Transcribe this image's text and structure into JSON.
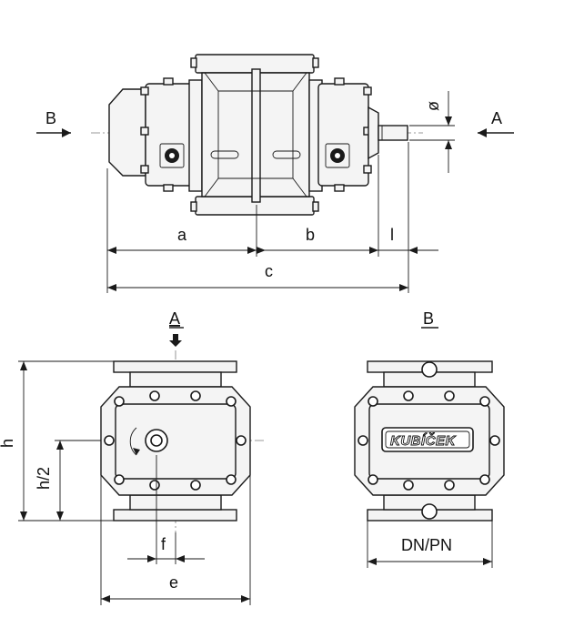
{
  "views": {
    "top": {
      "label_left": "B",
      "label_right": "A",
      "diameter_symbol": "ø"
    },
    "front": {
      "label": "A"
    },
    "back": {
      "label": "B",
      "logo_text": "KUBÍČEK"
    }
  },
  "dimensions": {
    "a": "a",
    "b": "b",
    "l": "l",
    "c": "c",
    "h": "h",
    "h_half": "h/2",
    "f": "f",
    "e": "e",
    "dn_pn": "DN/PN"
  }
}
